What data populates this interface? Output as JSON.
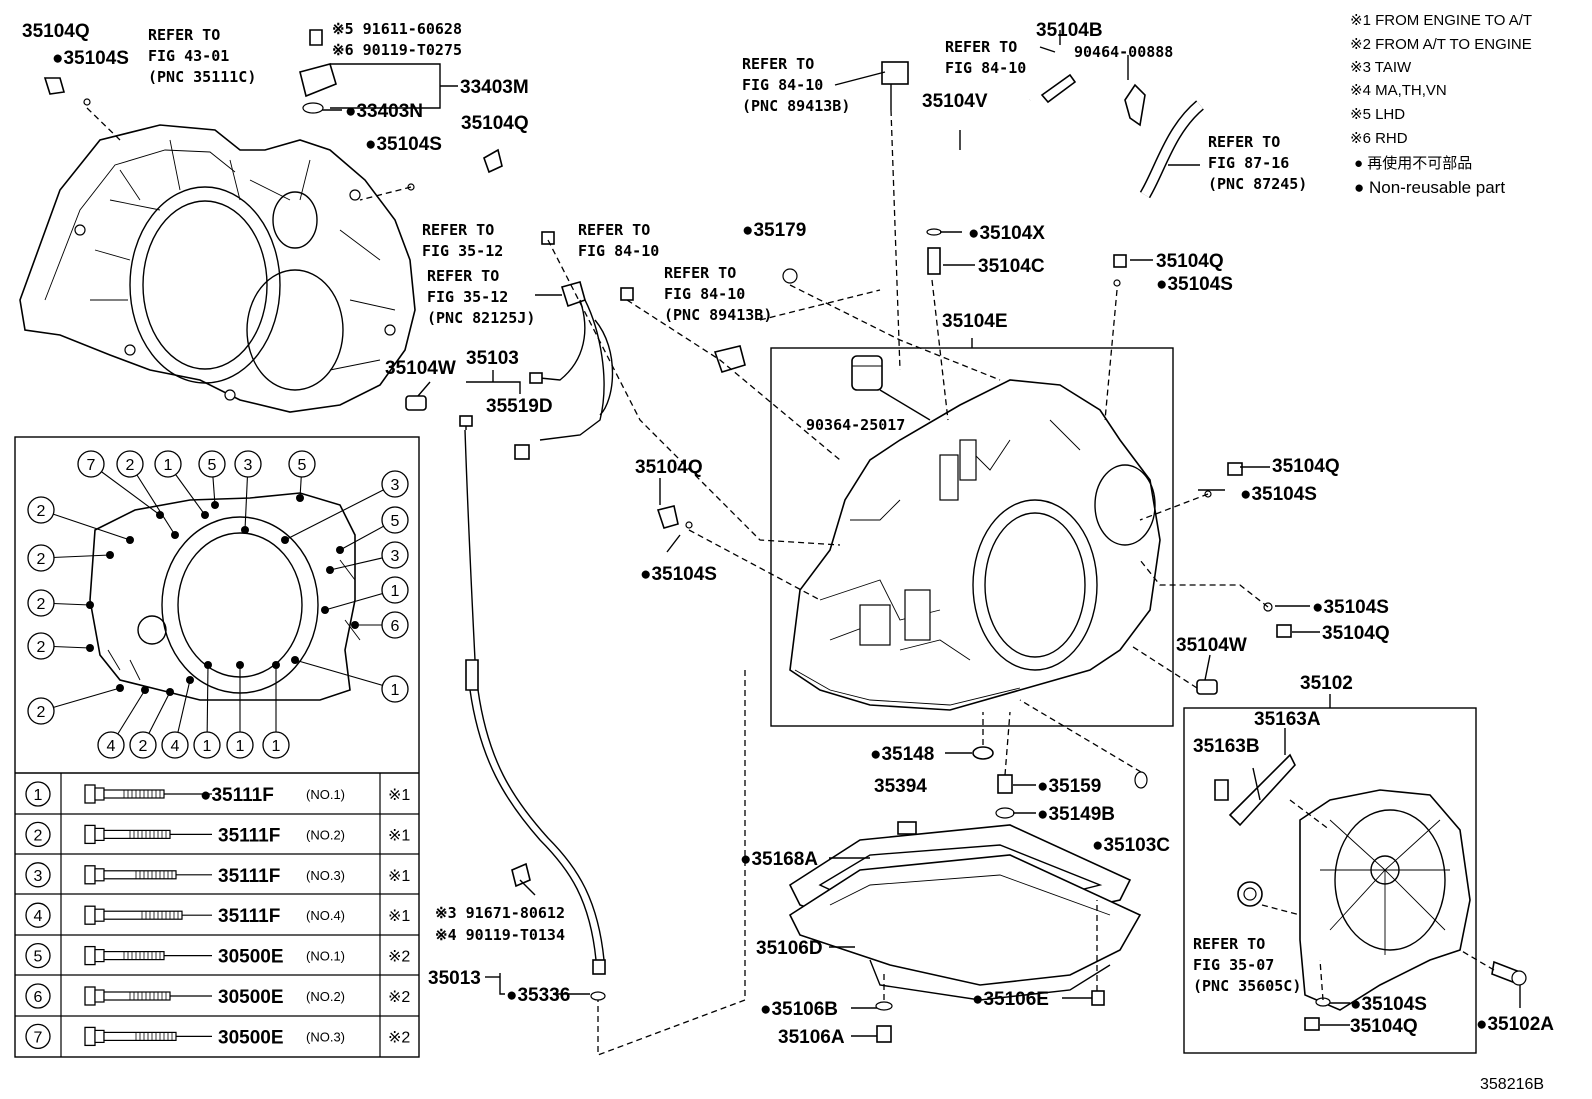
{
  "legend": {
    "l1": "※1 FROM ENGINE TO A/T",
    "l2": "※2 FROM A/T TO ENGINE",
    "l3": "※3 TAIW",
    "l4": "※4 MA,TH,VN",
    "l5": "※5 LHD",
    "l6": "※6 RHD",
    "l7": "● 再使用不可部品",
    "l8": "● Non-reusable part"
  },
  "refs": {
    "r1": [
      "REFER TO",
      "FIG 43-01",
      "(PNC 35111C)"
    ],
    "r2": [
      "REFER TO",
      "FIG 84-10",
      "(PNC 89413B)"
    ],
    "r3": [
      "REFER TO",
      "FIG 84-10"
    ],
    "r4": [
      "REFER TO",
      "FIG 87-16",
      "(PNC 87245)"
    ],
    "r5": [
      "REFER TO",
      "FIG 35-12"
    ],
    "r6": [
      "REFER TO",
      "FIG 84-10"
    ],
    "r7": [
      "REFER TO",
      "FIG 35-12",
      "(PNC 82125J)"
    ],
    "r8": [
      "REFER TO",
      "FIG 84-10",
      "(PNC 89413B)"
    ],
    "r9": [
      "REFER TO",
      "FIG 35-07",
      "(PNC 35605C)"
    ]
  },
  "parts": {
    "p35104Q_a": "35104Q",
    "p35104S_a": "●35104S",
    "p_91611": "※5 91611-60628",
    "p_90119a": "※6 90119-T0275",
    "p33403M": "33403M",
    "p33403N": "●33403N",
    "p35104S_b": "●35104S",
    "p35104Q_b": "35104Q",
    "p35104B": "35104B",
    "p90464": "90464-00888",
    "p35104V": "35104V",
    "p35104X": "●35104X",
    "p35104C": "35104C",
    "p35179": "●35179",
    "p35104Q_c": "35104Q",
    "p35104S_c": "●35104S",
    "p35104E": "35104E",
    "p35104W_a": "35104W",
    "p35103": "35103",
    "p35519D": "35519D",
    "p90364": "90364-25017",
    "p35104Q_d": "35104Q",
    "p35104S_d": "●35104S",
    "p35104Q_e": "35104Q",
    "p35104S_e": "●35104S",
    "p35104S_f": "●35104S",
    "p35104Q_f": "35104Q",
    "p35104W_b": "35104W",
    "p35102": "35102",
    "p35163A": "35163A",
    "p35163B": "35163B",
    "p35148": "●35148",
    "p35159": "●35159",
    "p35394": "35394",
    "p35149B": "●35149B",
    "p35103C": "●35103C",
    "p35168A": "●35168A",
    "p35106D": "35106D",
    "p_91671": "※3 91671-80612",
    "p_90119b": "※4 90119-T0134",
    "p35013": "35013",
    "p35336": "●35336",
    "p35106B": "●35106B",
    "p35106E": "●35106E",
    "p35106A": "35106A",
    "p35104S_g": "●35104S",
    "p35104Q_g": "35104Q",
    "p35102A": "●35102A",
    "fig_no": "358216B"
  },
  "bolt_callouts": {
    "top": [
      "7",
      "2",
      "1",
      "5",
      "3",
      "5"
    ],
    "right": [
      "3",
      "5",
      "3",
      "1",
      "6",
      "1"
    ],
    "left": [
      "2",
      "2",
      "2",
      "2",
      "2"
    ],
    "bottom": [
      "4",
      "2",
      "4",
      "1",
      "1",
      "1"
    ]
  },
  "bolt_table": [
    {
      "n": "1",
      "part": "●35111F",
      "spec": "(NO.1)",
      "note": "※1"
    },
    {
      "n": "2",
      "part": "35111F",
      "spec": "(NO.2)",
      "note": "※1"
    },
    {
      "n": "3",
      "part": "35111F",
      "spec": "(NO.3)",
      "note": "※1"
    },
    {
      "n": "4",
      "part": "35111F",
      "spec": "(NO.4)",
      "note": "※1"
    },
    {
      "n": "5",
      "part": "30500E",
      "spec": "(NO.1)",
      "note": "※2"
    },
    {
      "n": "6",
      "part": "30500E",
      "spec": "(NO.2)",
      "note": "※2"
    },
    {
      "n": "7",
      "part": "30500E",
      "spec": "(NO.3)",
      "note": "※2"
    }
  ]
}
